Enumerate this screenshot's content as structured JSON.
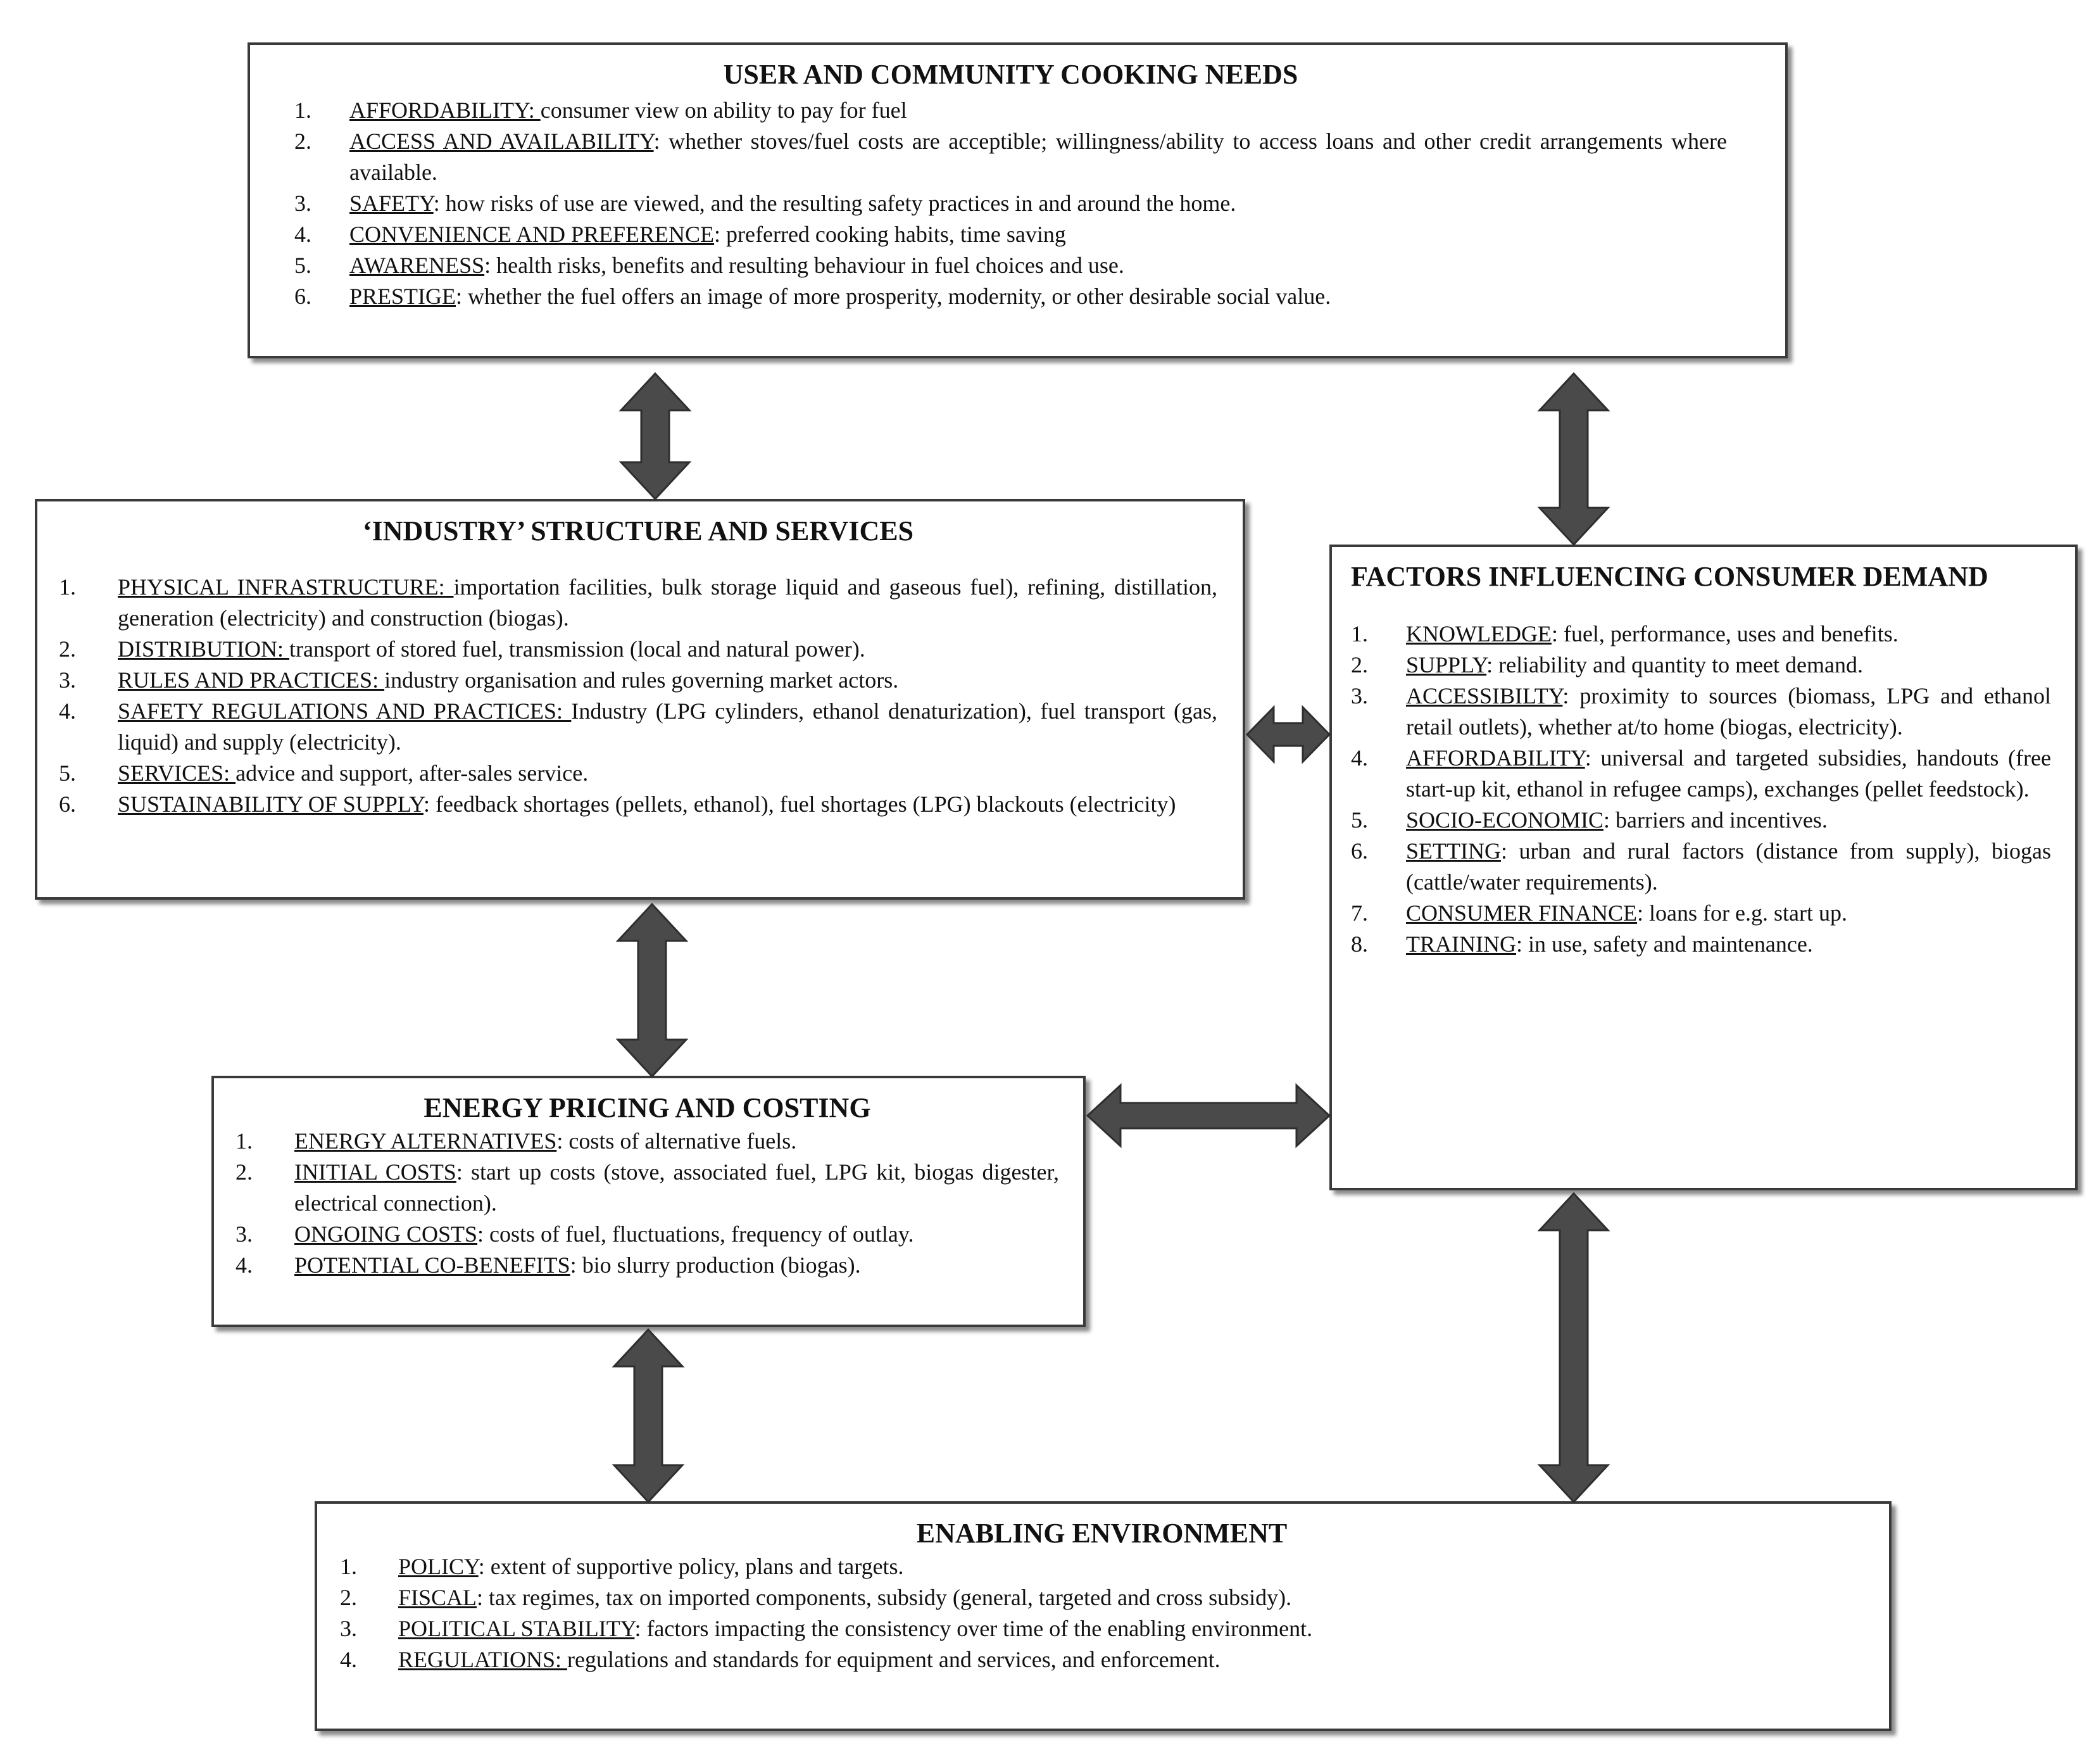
{
  "colors": {
    "arrow_fill": "#4a4a4a",
    "arrow_stroke": "#2e2e2e",
    "box_border": "#3a3a3a"
  },
  "boxes": {
    "user_needs": {
      "title": "USER AND COMMUNITY COOKING NEEDS",
      "items": [
        {
          "num": "1.",
          "term": "AFFORDABILITY: ",
          "text": "consumer view on ability to pay for fuel"
        },
        {
          "num": "2.",
          "term": "ACCESS AND AVAILABILITY",
          "text": ": whether stoves/fuel costs are acceptible; willingness/ability to access loans and other credit arrangements where available."
        },
        {
          "num": "3.",
          "term": "SAFETY",
          "text": ": how risks of use are viewed, and the resulting safety practices in and around the home."
        },
        {
          "num": "4.",
          "term": "CONVENIENCE AND PREFERENCE",
          "text": ": preferred cooking habits, time saving"
        },
        {
          "num": "5.",
          "term": "AWARENESS",
          "text": ": health risks, benefits and resulting behaviour in fuel choices and use."
        },
        {
          "num": "6.",
          "term": " PRESTIGE",
          "text": ": whether the fuel offers an image of more prosperity, modernity, or other desirable social value."
        }
      ]
    },
    "industry": {
      "title": "‘INDUSTRY’ STRUCTURE AND SERVICES",
      "items": [
        {
          "num": "1.",
          "term": "PHYSICAL INFRASTRUCTURE: ",
          "text": " importation facilities, bulk storage liquid and gaseous fuel), refining, distillation, generation (electricity) and construction (biogas)."
        },
        {
          "num": "2.",
          "term": "DISTRIBUTION: ",
          "text": "transport of stored fuel, transmission (local and natural power)."
        },
        {
          "num": "3.",
          "term": "RULES AND PRACTICES: ",
          "text": "industry organisation and rules governing market actors."
        },
        {
          "num": "4.",
          "term": "SAFETY REGULATIONS AND PRACTICES: ",
          "text": "Industry (LPG cylinders, ethanol denaturization), fuel transport (gas, liquid) and supply (electricity)."
        },
        {
          "num": "5.",
          "term": "SERVICES: ",
          "text": " advice and support, after-sales service."
        },
        {
          "num": "6.",
          "term": "SUSTAINABILITY OF SUPPLY",
          "text": ": feedback shortages (pellets, ethanol), fuel shortages (LPG) blackouts (electricity)"
        }
      ]
    },
    "demand": {
      "title": "FACTORS INFLUENCING CONSUMER DEMAND",
      "items": [
        {
          "num": "1.",
          "term": "KNOWLEDGE",
          "text": ": fuel, performance, uses and benefits."
        },
        {
          "num": "2.",
          "term": "SUPPLY",
          "text": ": reliability and quantity to meet demand."
        },
        {
          "num": "3.",
          "term": "ACCESSIBILTY",
          "text": ": proximity to sources (biomass, LPG and ethanol retail outlets), whether at/to home (biogas, electricity)."
        },
        {
          "num": "4.",
          "term": "AFFORDABILITY",
          "text": ": universal and targeted subsidies, handouts (free start-up kit, ethanol in refugee camps), exchanges (pellet feedstock)."
        },
        {
          "num": "5.",
          "term": "SOCIO-ECONOMIC",
          "text": ": barriers and incentives."
        },
        {
          "num": "6.",
          "term": "SETTING",
          "text": ": urban and rural factors (distance from supply), biogas (cattle/water requirements)."
        },
        {
          "num": "7.",
          "term": "CONSUMER FINANCE",
          "text": ": loans for e.g. start up."
        },
        {
          "num": "8.",
          "term": "TRAINING",
          "text": ": in use, safety and maintenance."
        }
      ]
    },
    "pricing": {
      "title": "ENERGY PRICING AND COSTING",
      "items": [
        {
          "num": "1.",
          "term": "ENERGY ALTERNATIVES",
          "text": ": costs of alternative fuels."
        },
        {
          "num": "2.",
          "term": "INITIAL COSTS",
          "text": ": start up costs (stove, associated fuel, LPG kit, biogas digester, electrical connection)."
        },
        {
          "num": "3.",
          "term": "ONGOING COSTS",
          "text": ": costs of fuel, fluctuations, frequency of outlay."
        },
        {
          "num": "4.",
          "term": "POTENTIAL CO-BENEFITS",
          "text": ": bio slurry production (biogas)."
        }
      ]
    },
    "enabling": {
      "title": "ENABLING ENVIRONMENT",
      "items": [
        {
          "num": "1.",
          "term": "POLICY",
          "text": ": extent of supportive policy, plans and targets."
        },
        {
          "num": "2.",
          "term": "FISCAL",
          "text": ": tax regimes, tax on imported components, subsidy (general, targeted and cross subsidy)."
        },
        {
          "num": "3.",
          "term": "POLITICAL STABILITY",
          "text": ": factors impacting the consistency over time of the enabling environment."
        },
        {
          "num": "4.",
          "term": "REGULATIONS: ",
          "text": "regulations and standards for equipment and services, and enforcement."
        }
      ]
    }
  }
}
